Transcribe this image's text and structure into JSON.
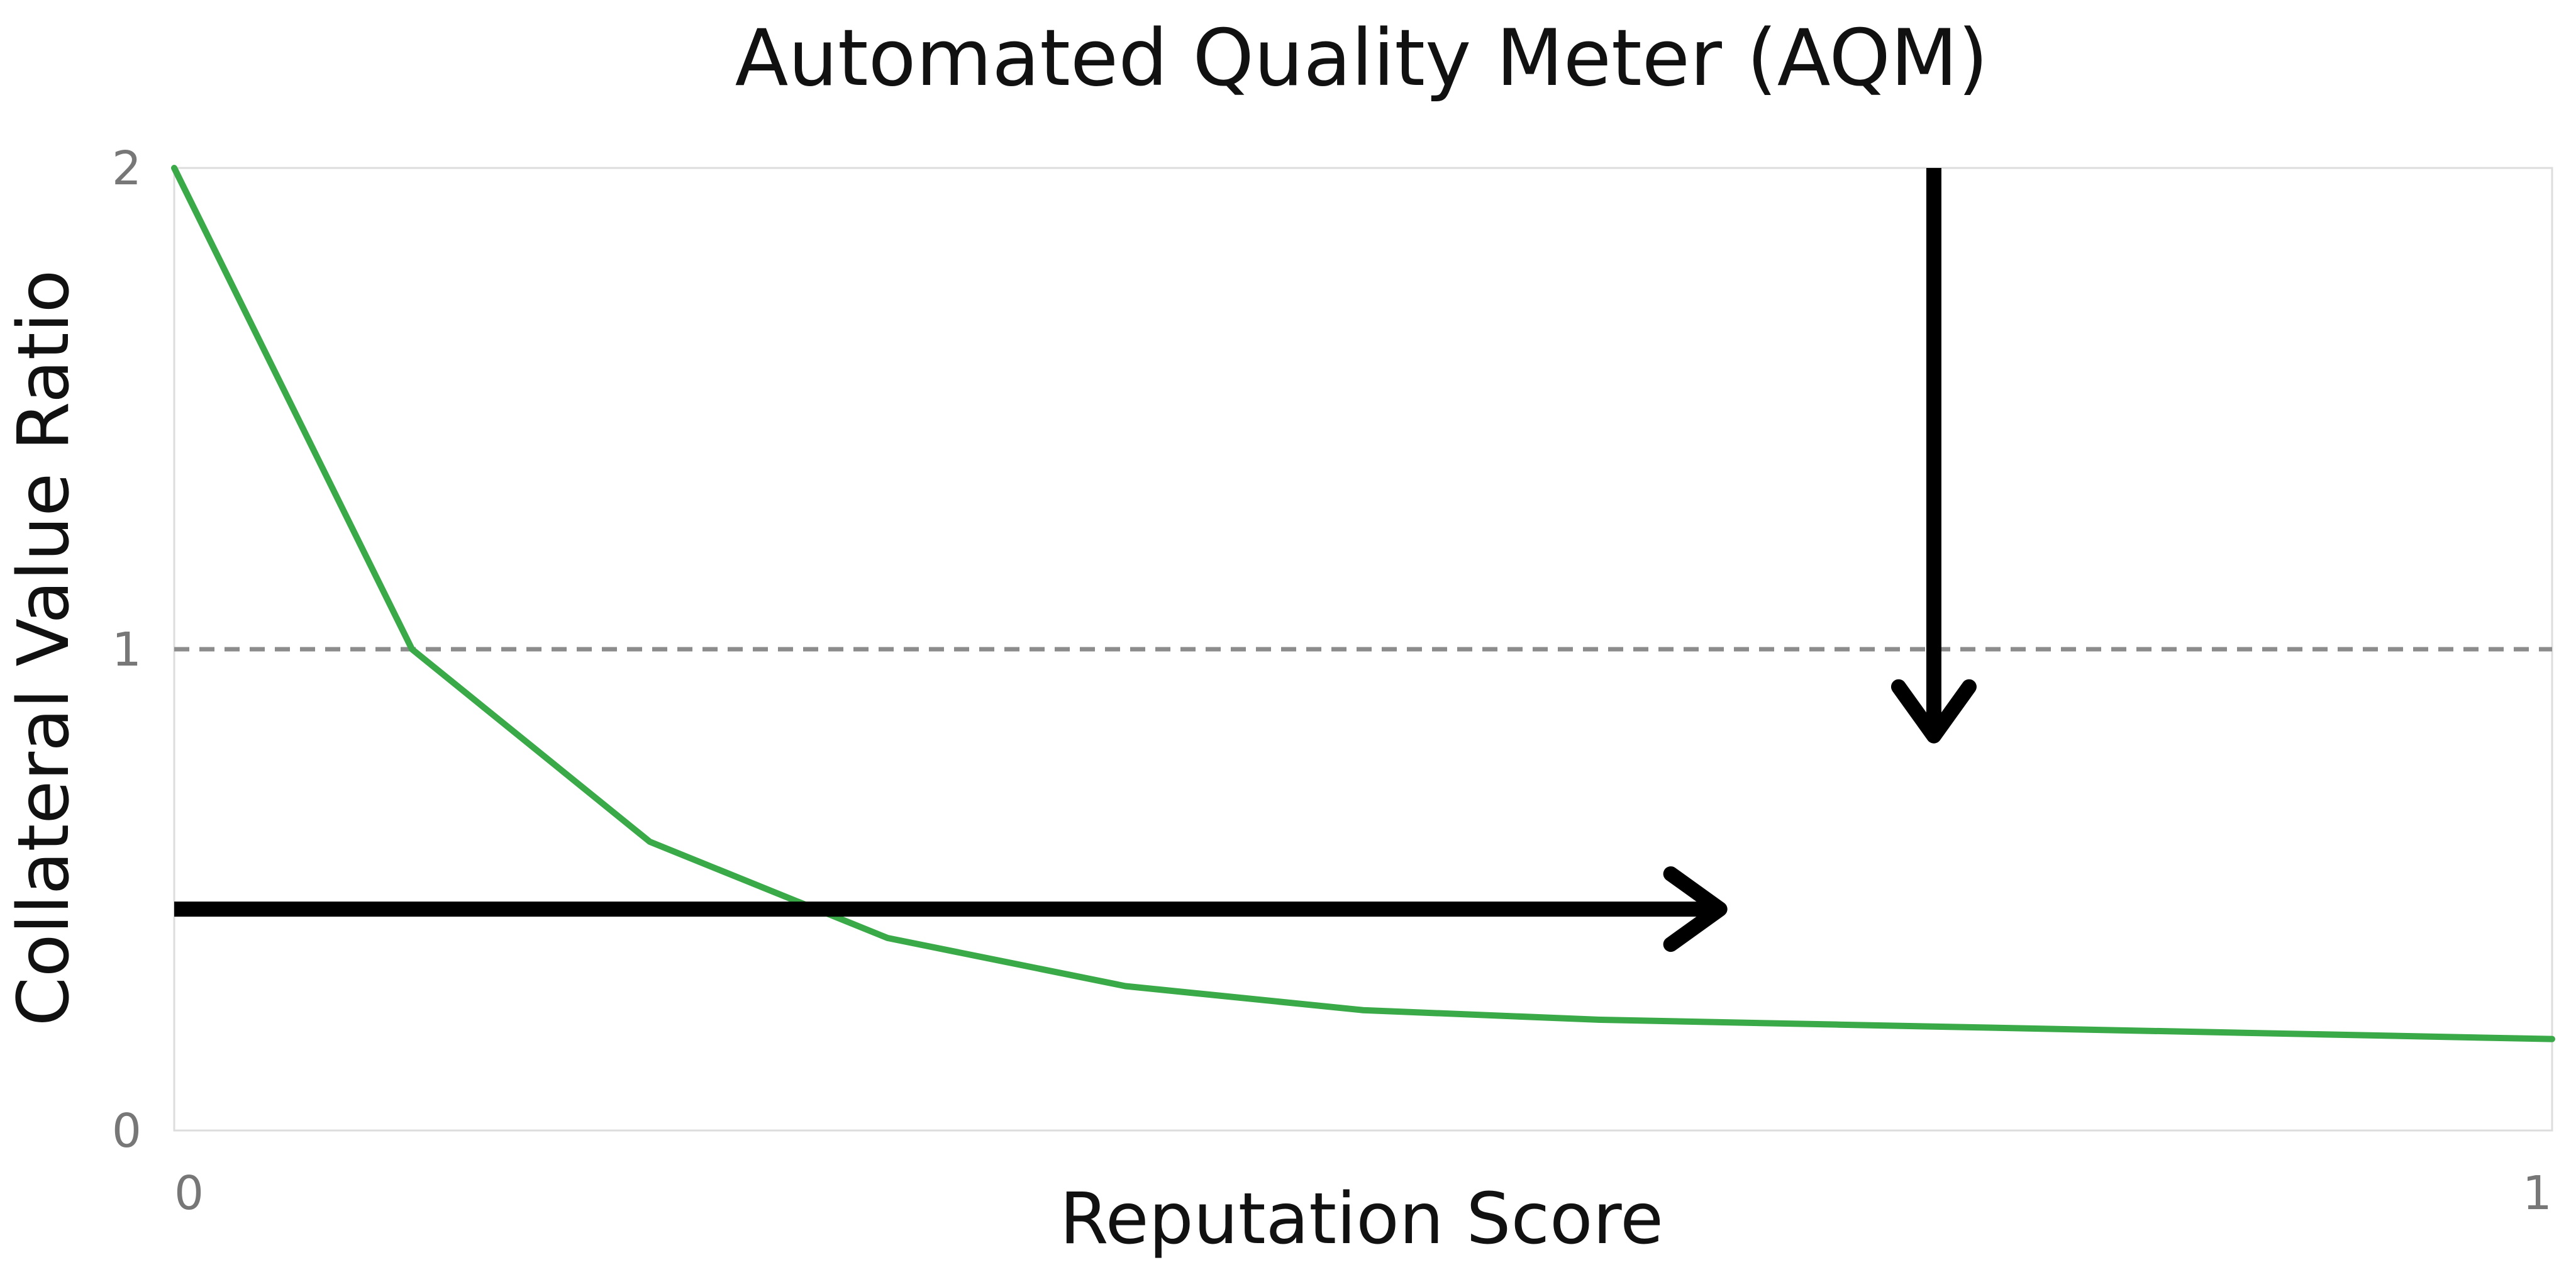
{
  "chart_data": {
    "type": "line",
    "title": "Automated Quality Meter (AQM)",
    "xlabel": "Reputation Score",
    "ylabel": "Collateral Value Ratio",
    "xlim": [
      0,
      1
    ],
    "ylim": [
      0,
      2
    ],
    "x_ticks": [
      "0",
      "1"
    ],
    "y_ticks": [
      "0",
      "1",
      "2"
    ],
    "grid": false,
    "series": [
      {
        "color": "#3aaa48",
        "x": [
          0,
          0.1,
          0.2,
          0.3,
          0.4,
          0.5,
          0.6,
          0.7,
          0.8,
          0.9,
          1.0
        ],
        "y": [
          2.0,
          1.0,
          0.6,
          0.4,
          0.3,
          0.25,
          0.23,
          0.22,
          0.21,
          0.2,
          0.19
        ]
      }
    ],
    "reference_line": {
      "y": 1,
      "color": "#8c8c8c",
      "style": "dashed"
    },
    "annotations": [
      {
        "type": "arrow",
        "direction": "right",
        "from": [
          0,
          0.46
        ],
        "to": [
          0.65,
          0.46
        ],
        "color": "#000000"
      },
      {
        "type": "arrow",
        "direction": "down",
        "from": [
          0.74,
          2.0
        ],
        "to": [
          0.74,
          0.82
        ],
        "color": "#000000"
      }
    ]
  }
}
